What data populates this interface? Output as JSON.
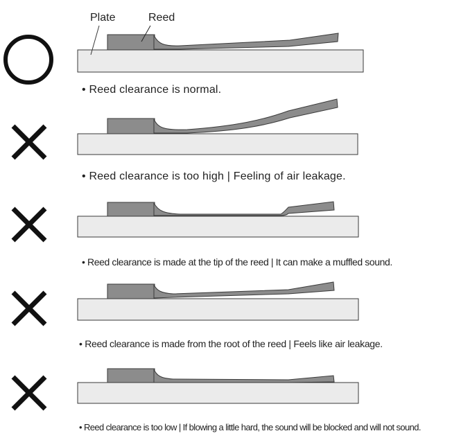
{
  "labels": {
    "plate": "Plate",
    "reed": "Reed"
  },
  "colors": {
    "plate_fill": "#ebebeb",
    "reed_fill": "#8c8c8c",
    "outline": "#3a3a3a",
    "mark": "#111111"
  },
  "items": [
    {
      "status": "ok",
      "mark_icon": "circle-mark-icon",
      "caption": "• Reed clearance is normal."
    },
    {
      "status": "bad",
      "mark_icon": "cross-mark-icon",
      "caption": "• Reed clearance is too high | Feeling of air leakage."
    },
    {
      "status": "bad",
      "mark_icon": "cross-mark-icon",
      "caption": "• Reed clearance is made at the tip of the reed | It can make a muffled sound."
    },
    {
      "status": "bad",
      "mark_icon": "cross-mark-icon",
      "caption": "• Reed clearance is made from the root of the reed | Feels like air leakage."
    },
    {
      "status": "bad",
      "mark_icon": "cross-mark-icon",
      "caption": "• Reed clearance is too low | If blowing a little hard, the sound will be blocked and will not sound."
    }
  ]
}
